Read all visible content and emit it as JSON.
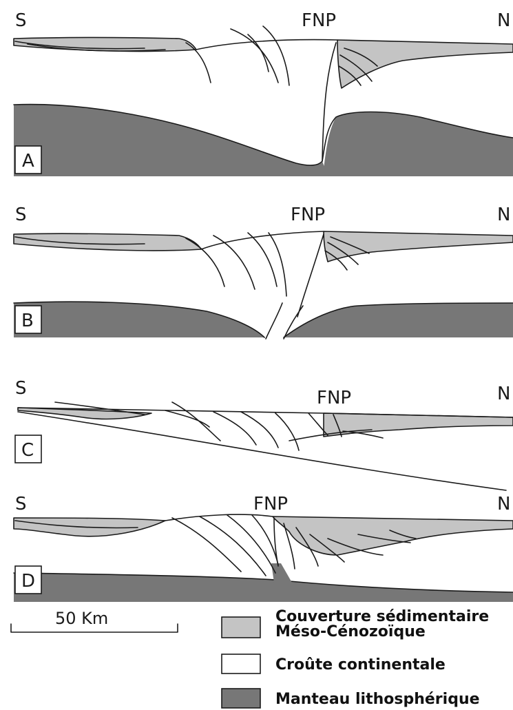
{
  "panels": [
    {
      "letter": "A",
      "left": "S",
      "center": "FNP",
      "right": "N"
    },
    {
      "letter": "B",
      "left": "S",
      "center": "FNP",
      "right": "N"
    },
    {
      "letter": "C",
      "left": "S",
      "center": "FNP",
      "right": "N"
    },
    {
      "letter": "D",
      "left": "S",
      "center": "FNP",
      "right": "N"
    }
  ],
  "scale_bar": {
    "label": "50 Km"
  },
  "legend": {
    "items": [
      {
        "label": "Couverture sédimentaire",
        "label2": "Méso-Cénozoïque",
        "color": "#c4c4c4"
      },
      {
        "label": "Croûte continentale",
        "color": "#ffffff"
      },
      {
        "label": "Manteau lithosphérique",
        "color": "#777777"
      }
    ]
  }
}
